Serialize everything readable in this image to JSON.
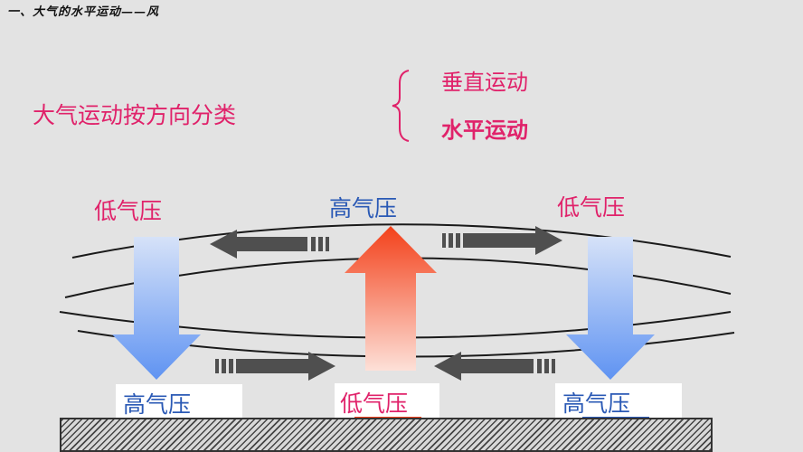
{
  "title": "一、大气的水平运动——风",
  "classification": {
    "label": "大气运动按方向分类",
    "options": [
      "垂直运动",
      "水平运动"
    ]
  },
  "pressure_labels": {
    "upper_left": "低气压",
    "upper_center": "高气压",
    "upper_right": "低气压",
    "ground_left": "高气压",
    "ground_center": "低气压",
    "ground_right": "高气压"
  },
  "colors": {
    "label_pink": "#e0226a",
    "label_blue": "#2a59b5",
    "sinking_arrow": "#6b9cf4",
    "rising_arrow": "#f4421c",
    "horizontal_arrow": "#4f4f4f"
  }
}
